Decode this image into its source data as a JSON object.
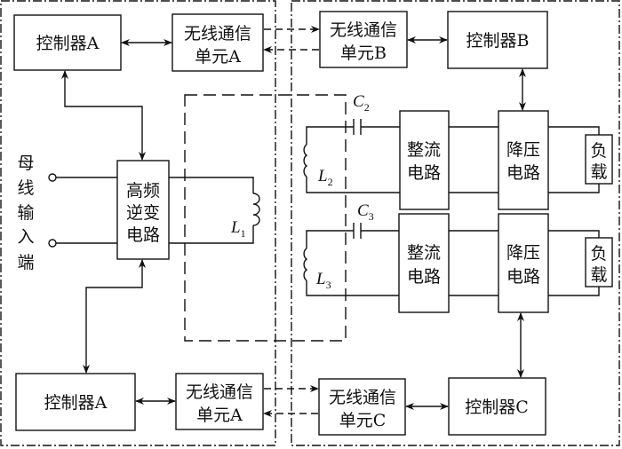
{
  "diagram": {
    "type": "block-diagram",
    "description": "Wireless power transfer with wireless communication control",
    "blocks": {
      "controller_a_top": "控制器A",
      "wireless_a_top": [
        "无线通信",
        "单元A"
      ],
      "wireless_b": [
        "无线通信",
        "单元B"
      ],
      "controller_b": "控制器B",
      "inverter": [
        "高频",
        "逆变",
        "电路"
      ],
      "rectifier_1": [
        "整流",
        "电路"
      ],
      "buck_1": [
        "降压",
        "电路"
      ],
      "load_1": [
        "负",
        "载"
      ],
      "rectifier_2": [
        "整流",
        "电路"
      ],
      "buck_2": [
        "降压",
        "电路"
      ],
      "load_2": [
        "负",
        "载"
      ],
      "controller_a_bottom": "控制器A",
      "wireless_a_bottom": [
        "无线通信",
        "单元A"
      ],
      "wireless_c": [
        "无线通信",
        "单元C"
      ],
      "controller_c": "控制器C"
    },
    "bus_input_label": [
      "母",
      "线",
      "输",
      "入",
      "端"
    ],
    "components": {
      "L1": {
        "symbol": "L",
        "sub": "1"
      },
      "L2": {
        "symbol": "L",
        "sub": "2"
      },
      "L3": {
        "symbol": "L",
        "sub": "3"
      },
      "C2": {
        "symbol": "C",
        "sub": "2"
      },
      "C3": {
        "symbol": "C",
        "sub": "3"
      }
    }
  }
}
